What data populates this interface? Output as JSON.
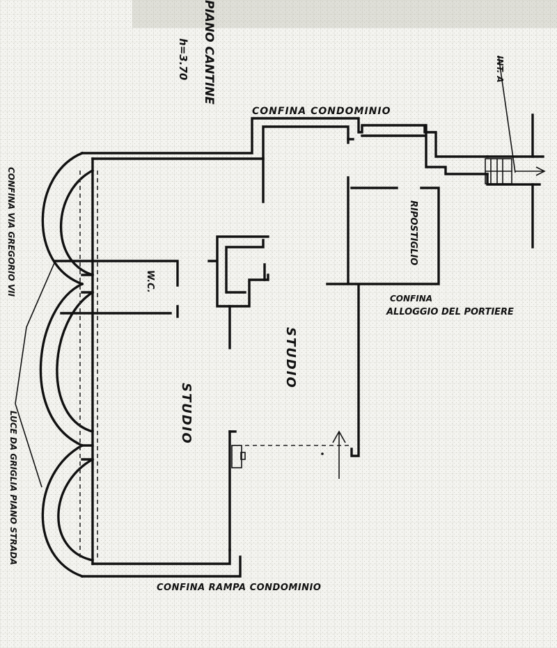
{
  "sheet": {
    "title": "PIANO CANTINE",
    "height": "h=3.70"
  },
  "labels": {
    "confina_condominio": "CONFINA CONDOMINIO",
    "int_a": "INT. A",
    "ripostiglio": "RIPOSTIGLIO",
    "wc": "W.C.",
    "studio_right": "STUDIO",
    "studio_left": "STUDIO",
    "confina_portiere_line1": "CONFINA",
    "confina_portiere_line2": "ALLOGGIO DEL PORTIERE",
    "confina_rampa": "CONFINA RAMPA CONDOMINIO",
    "confina_via": "CONFINA VIA GREGORIO VII",
    "luce_griglia": "LUCE DA GRIGLIA PIANO STRADA"
  },
  "colors": {
    "paper": "#f4f4f0",
    "ink": "#111111",
    "grid": "#c9c9c0"
  }
}
